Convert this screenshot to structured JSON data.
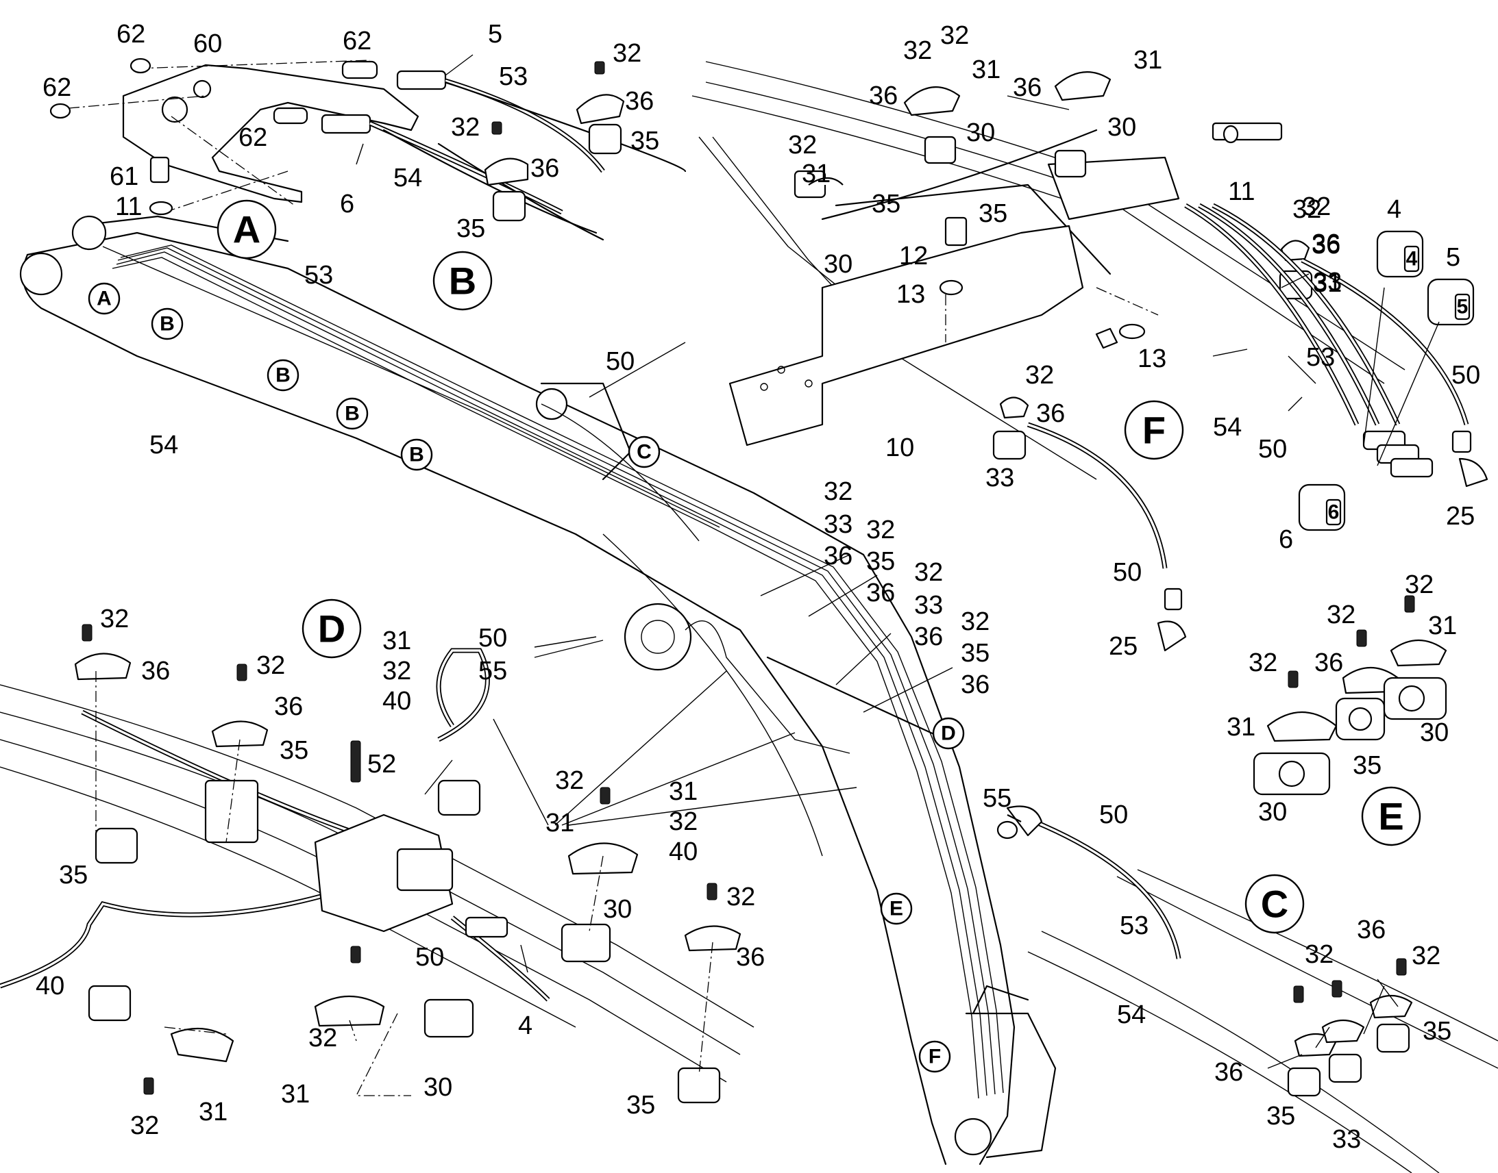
{
  "views": {
    "A": "A",
    "B": "B",
    "C": "C",
    "D": "D",
    "E": "E",
    "F": "F"
  },
  "boom_markers": [
    "A",
    "B",
    "B",
    "B",
    "B",
    "C",
    "D",
    "E",
    "F"
  ],
  "hose_tags": [
    "4",
    "5",
    "6"
  ],
  "labels": {
    "view_a": [
      "62",
      "60",
      "62",
      "62",
      "62",
      "61",
      "11",
      "5",
      "6"
    ],
    "view_b": [
      "53",
      "54",
      "32",
      "36",
      "35",
      "32",
      "36",
      "35"
    ],
    "boom": [
      "53",
      "54",
      "50",
      "32",
      "33",
      "36",
      "32",
      "35",
      "36",
      "32",
      "33",
      "36",
      "32",
      "35",
      "36",
      "50",
      "55",
      "31",
      "32",
      "40"
    ],
    "view_d": [
      "32",
      "36",
      "32",
      "36",
      "35",
      "31",
      "32",
      "40",
      "52",
      "35",
      "32",
      "31",
      "30",
      "32",
      "36",
      "50",
      "4",
      "40",
      "32",
      "31",
      "32",
      "31",
      "30",
      "35"
    ],
    "view_f": [
      "32",
      "32",
      "36",
      "31",
      "32",
      "31",
      "30",
      "35",
      "30",
      "36",
      "31",
      "30",
      "35",
      "32",
      "36",
      "31",
      "11",
      "12",
      "13",
      "13",
      "10",
      "32",
      "36",
      "33",
      "50",
      "25",
      "32",
      "36",
      "33",
      "4",
      "5",
      "53",
      "54",
      "50",
      "50",
      "6",
      "25"
    ],
    "view_e": [
      "32",
      "32",
      "31",
      "32",
      "36",
      "31",
      "30",
      "35",
      "30"
    ],
    "view_c": [
      "55",
      "50",
      "53",
      "54",
      "36",
      "32",
      "32",
      "35",
      "36",
      "35",
      "33"
    ]
  }
}
